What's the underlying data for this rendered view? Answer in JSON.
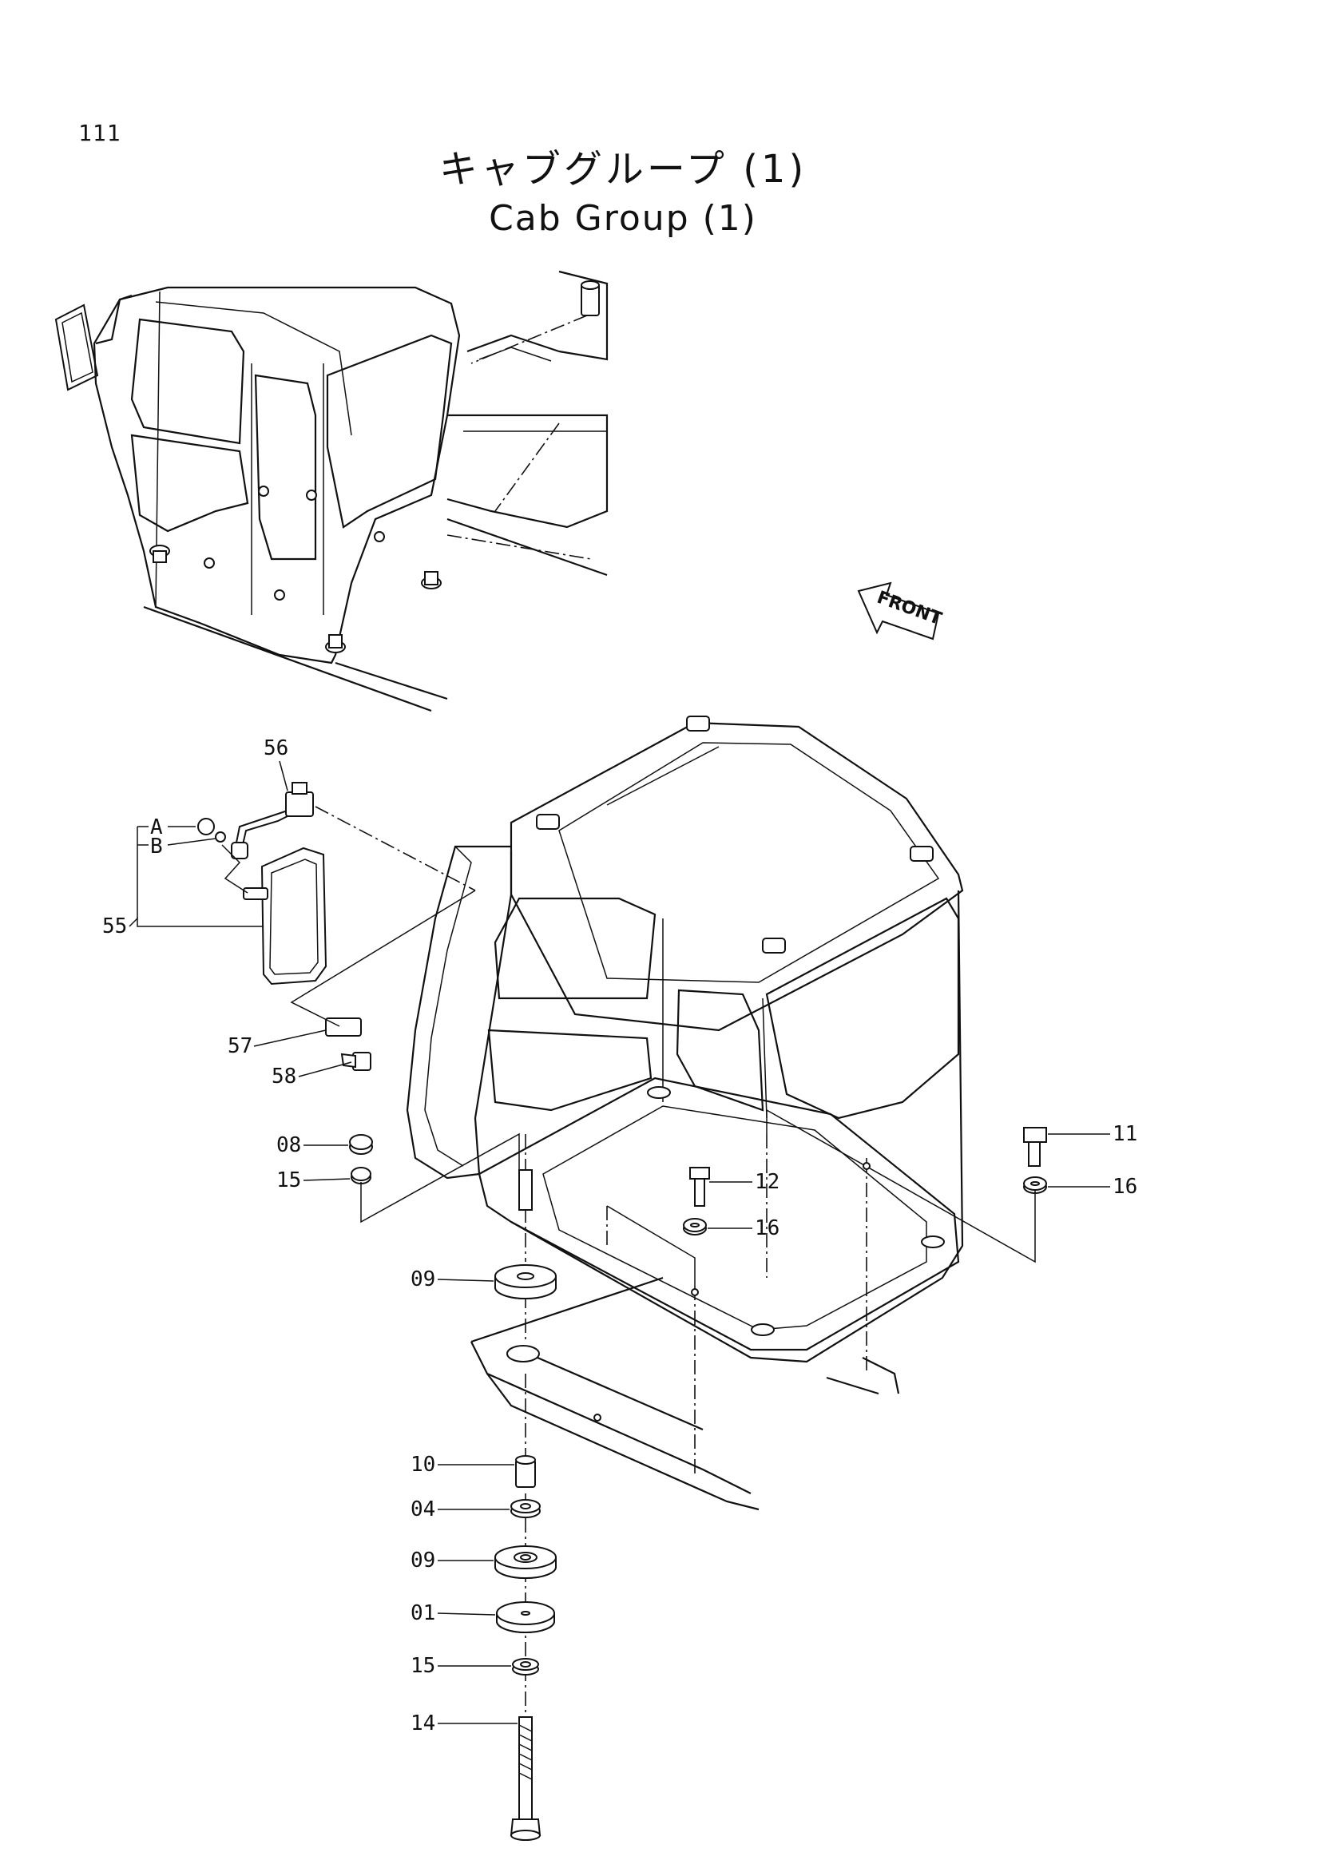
{
  "page": {
    "number": "111"
  },
  "title": {
    "ja": "キャブグループ (1)",
    "en": "Cab Group (1)"
  },
  "direction_marker": {
    "text": "FRONT"
  },
  "callouts": [
    {
      "id": "c56",
      "label": "56"
    },
    {
      "id": "cA",
      "label": "A"
    },
    {
      "id": "cB",
      "label": "B"
    },
    {
      "id": "c55",
      "label": "55"
    },
    {
      "id": "c57",
      "label": "57"
    },
    {
      "id": "c58",
      "label": "58"
    },
    {
      "id": "c08",
      "label": "08"
    },
    {
      "id": "c15a",
      "label": "15"
    },
    {
      "id": "c09a",
      "label": "09"
    },
    {
      "id": "c12",
      "label": "12"
    },
    {
      "id": "c16a",
      "label": "16"
    },
    {
      "id": "c11",
      "label": "11"
    },
    {
      "id": "c16b",
      "label": "16"
    },
    {
      "id": "c10",
      "label": "10"
    },
    {
      "id": "c04",
      "label": "04"
    },
    {
      "id": "c09b",
      "label": "09"
    },
    {
      "id": "c01",
      "label": "01"
    },
    {
      "id": "c15b",
      "label": "15"
    },
    {
      "id": "c14",
      "label": "14"
    }
  ]
}
